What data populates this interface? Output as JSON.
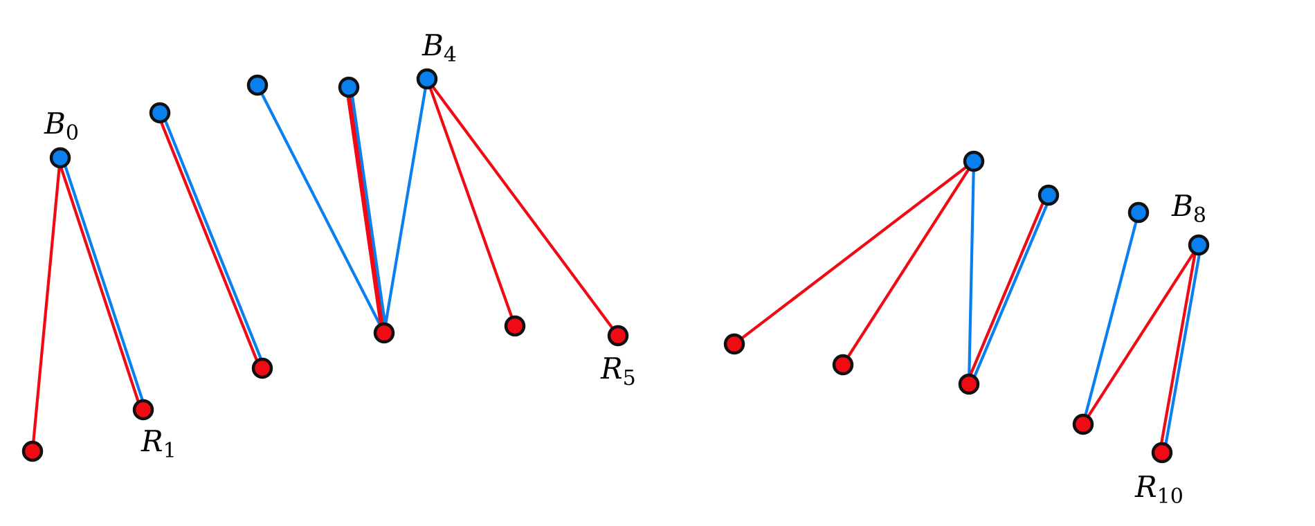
{
  "colors": {
    "blue": "#0a7ff0",
    "red": "#f00a14",
    "outline": "#111111",
    "background": "#ffffff"
  },
  "labels": [
    {
      "base": "B",
      "sub": "0"
    },
    {
      "base": "R",
      "sub": "1"
    },
    {
      "base": "B",
      "sub": "4"
    },
    {
      "base": "R",
      "sub": "5"
    },
    {
      "base": "B",
      "sub": "8"
    },
    {
      "base": "R",
      "sub": "10"
    }
  ]
}
